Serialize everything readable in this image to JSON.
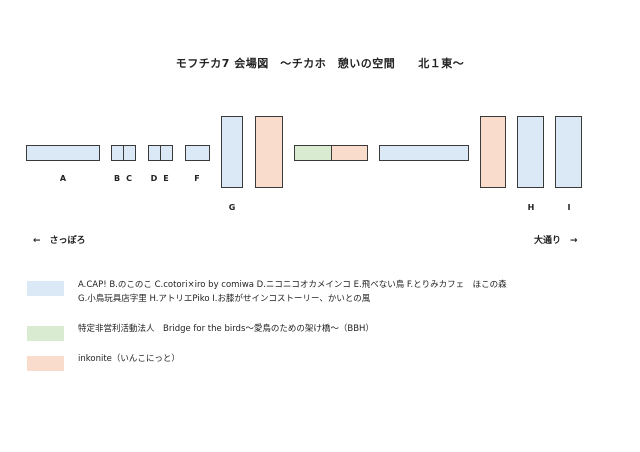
{
  "title": "モフチカ7 会場図　～チカホ　憩いの空間　　北１東～",
  "booth_labels": {
    "A": "A",
    "B": "B",
    "C": "C",
    "D": "D",
    "E": "E",
    "F": "F",
    "G": "G",
    "H": "H",
    "I": "I"
  },
  "directions": {
    "left": "←　さっぽろ",
    "right": "大通り　→"
  },
  "legend": [
    {
      "color": "#dbe8f5",
      "lines": [
        "A.CAP! B.のこのこ C.cotori×iro by comiwa D.ニコニコオカメインコ E.飛べない鳥 F.とりみカフェ　ほこの森",
        "G.小鳥玩具店字里 H.アトリエPiko I.お膝がせインコストーリー、かいとの風"
      ]
    },
    {
      "color": "#d9ecd2",
      "lines": [
        "特定非営利活動法人　Bridge for the birds～愛鳥のための架け橋～（BBH）"
      ]
    },
    {
      "color": "#f9dccb",
      "lines": [
        "inkonite（いんこにっと）"
      ]
    }
  ],
  "colors": {
    "blue": "#dbe8f5",
    "green": "#d9ecd2",
    "orange": "#f9dccb"
  }
}
